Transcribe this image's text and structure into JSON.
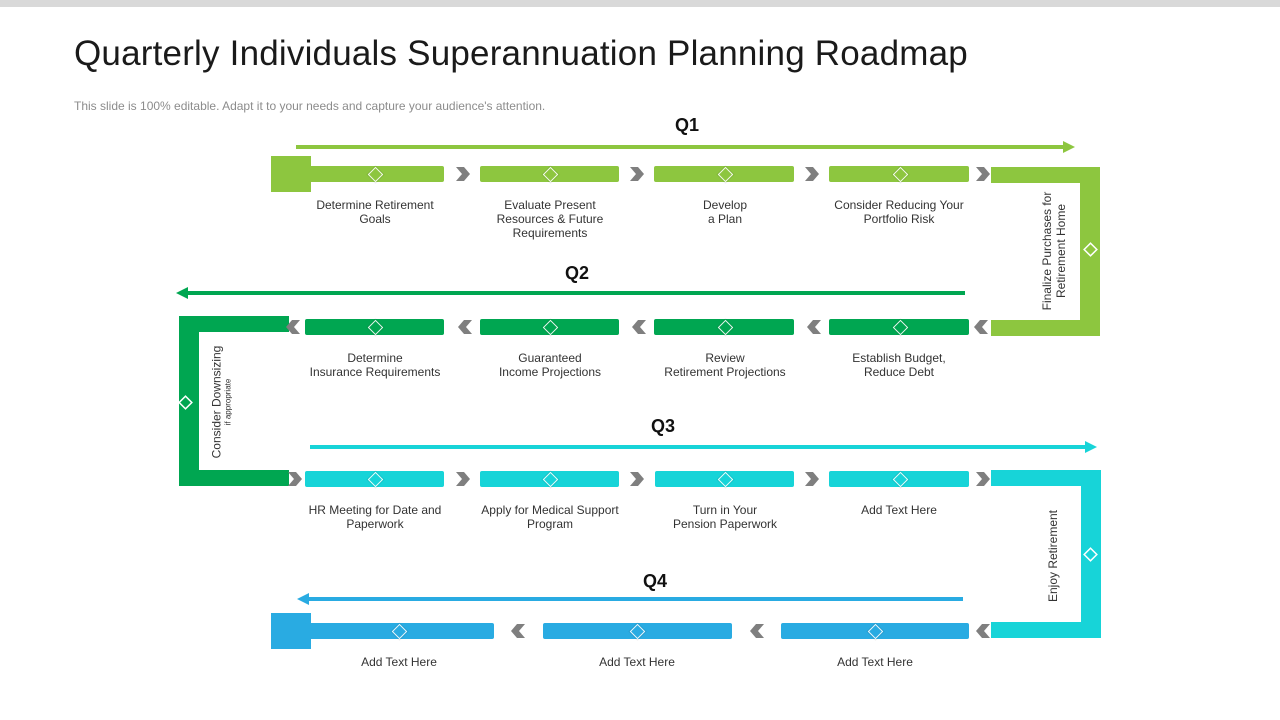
{
  "title": "Quarterly Individuals Superannuation Planning Roadmap",
  "subtitle": "This slide is 100% editable. Adapt it to your needs and capture your audience's attention.",
  "colors": {
    "q1": "#8dc63f",
    "q2": "#00a651",
    "q3": "#17d4d8",
    "q4": "#29abe2",
    "chevron": "#7f7f7f"
  },
  "quarters": [
    {
      "label": "Q1",
      "steps": [
        {
          "line1": "Determine Retirement",
          "line2": "Goals",
          "line3": ""
        },
        {
          "line1": "Evaluate Present",
          "line2": "Resources & Future",
          "line3": "Requirements"
        },
        {
          "line1": "Develop",
          "line2": "a Plan",
          "line3": ""
        },
        {
          "line1": "Consider Reducing Your",
          "line2": "Portfolio Risk",
          "line3": ""
        }
      ]
    },
    {
      "label": "Q2",
      "steps": [
        {
          "line1": "Determine",
          "line2": "Insurance Requirements"
        },
        {
          "line1": "Guaranteed",
          "line2": "Income Projections"
        },
        {
          "line1": "Review",
          "line2": "Retirement Projections"
        },
        {
          "line1": "Establish Budget,",
          "line2": "Reduce Debt"
        }
      ]
    },
    {
      "label": "Q3",
      "steps": [
        {
          "line1": "HR Meeting for Date and",
          "line2": "Paperwork"
        },
        {
          "line1": "Apply for Medical Support",
          "line2": "Program"
        },
        {
          "line1": "Turn in Your",
          "line2": "Pension Paperwork"
        },
        {
          "line1": "Add Text Here",
          "line2": ""
        }
      ]
    },
    {
      "label": "Q4",
      "steps": [
        {
          "line1": "Add Text Here"
        },
        {
          "line1": "Add Text Here"
        },
        {
          "line1": "Add Text Here"
        }
      ]
    }
  ],
  "connectors": {
    "right_top": {
      "line1": "Finalize Purchases for",
      "line2": "Retirement Home"
    },
    "left": {
      "line1": "Consider Downsizing",
      "line2": "if appropriate"
    },
    "right_bottom": {
      "line1": "Enjoy Retirement"
    }
  }
}
